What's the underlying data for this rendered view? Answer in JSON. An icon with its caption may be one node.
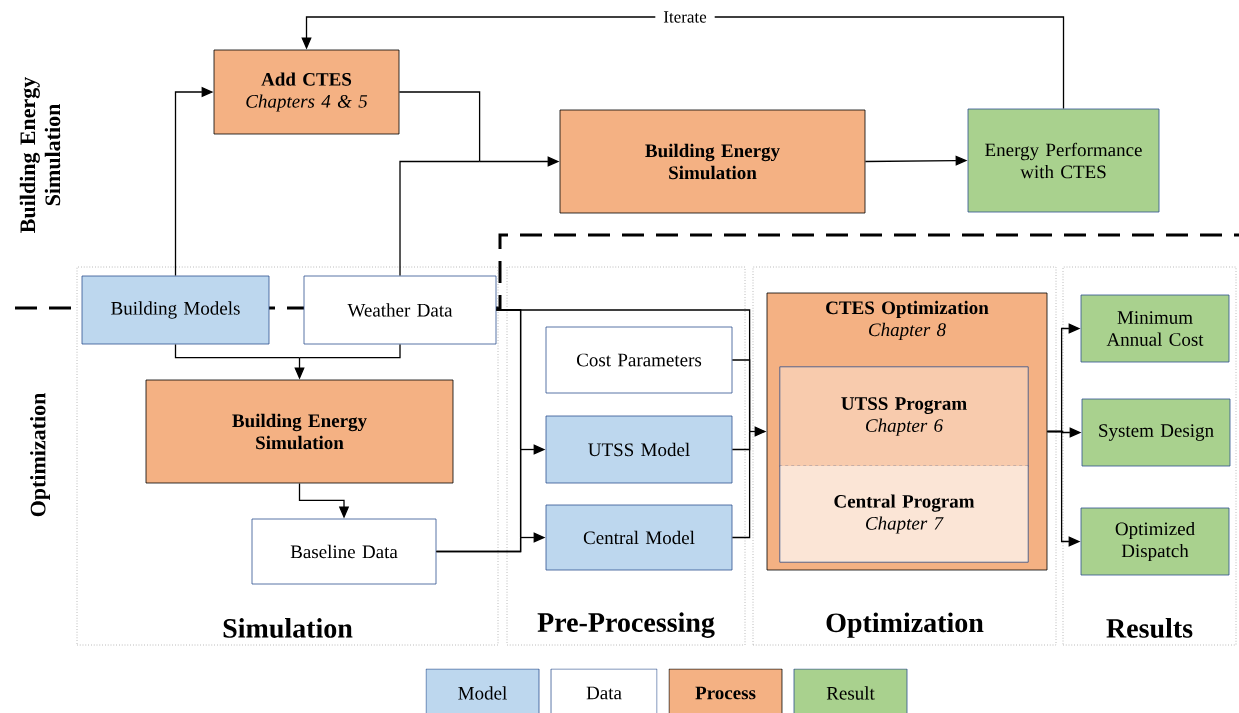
{
  "diagram": {
    "nodes": [
      {
        "text": [
          "Add CTES",
          "Chapters 4 & 5"
        ]
      },
      {
        "text": [
          "Building Energy Simulation"
        ]
      },
      {
        "text": [
          "Energy Performance with CTES"
        ]
      },
      {
        "text": [
          "Simulation"
        ]
      },
      {
        "text": [
          "Building Models"
        ],
        "in": 3
      },
      {
        "text": [
          "Weather Data"
        ],
        "in": 3
      },
      {
        "text": [
          "Building Energy Simulation"
        ],
        "in": 3
      },
      {
        "text": [
          "Baseline Data"
        ],
        "in": 3
      },
      {
        "text": [
          "Pre-Processing"
        ]
      },
      {
        "text": [
          "Cost Parameters"
        ],
        "in": 8
      },
      {
        "text": [
          "UTSS Model"
        ],
        "in": 8
      },
      {
        "text": [
          "Central Model"
        ],
        "in": 8
      },
      {
        "text": [
          "Optimization"
        ]
      },
      {
        "text": [
          "CTES Optimization",
          "Chapter 8"
        ],
        "in": 12
      },
      {
        "text": [
          "UTSS Program",
          "Chapter 6"
        ],
        "in": 13
      },
      {
        "text": [
          "Central Program",
          "Chapter 7"
        ],
        "in": 13
      },
      {
        "text": [
          "Results"
        ]
      },
      {
        "text": [
          "Minimum Annual Cost"
        ],
        "in": 16
      },
      {
        "text": [
          "System Design"
        ],
        "in": 16
      },
      {
        "text": [
          "Optimized Dispatch"
        ],
        "in": 16
      }
    ],
    "edges": [
      {
        "from": 4,
        "to": 0,
        "arrow": "to"
      },
      {
        "from": 0,
        "to": 1,
        "arrow": "to"
      },
      {
        "from": 5,
        "to": 1,
        "arrow": "to"
      },
      {
        "from": 1,
        "to": 2,
        "arrow": "to"
      },
      {
        "from": 2,
        "to": 0,
        "arrow": "to",
        "label": "Iterate"
      },
      {
        "from": 4,
        "to": 6,
        "arrow": "to"
      },
      {
        "from": 5,
        "to": 6,
        "arrow": "to"
      },
      {
        "from": 6,
        "to": 7,
        "arrow": "to"
      },
      {
        "from": 7,
        "to": 10,
        "arrow": "to"
      },
      {
        "from": 7,
        "to": 11,
        "arrow": "to"
      },
      {
        "from": 5,
        "to": 10,
        "arrow": "to"
      },
      {
        "from": 5,
        "to": 11,
        "arrow": "to"
      },
      {
        "from": 5,
        "to": 13,
        "arrow": "to"
      },
      {
        "from": 9,
        "to": 13,
        "arrow": "to"
      },
      {
        "from": 10,
        "to": 13,
        "arrow": "to"
      },
      {
        "from": 11,
        "to": 13,
        "arrow": "to"
      },
      {
        "from": 13,
        "to": 17,
        "arrow": "to"
      },
      {
        "from": 13,
        "to": 18,
        "arrow": "to"
      },
      {
        "from": 13,
        "to": 19,
        "arrow": "to"
      }
    ],
    "labels": [
      "Building Energy Simulation",
      "Optimization"
    ],
    "legend": [
      {
        "text": "Model",
        "color": "#bdd7ee"
      },
      {
        "text": "Data"
      },
      {
        "text": "Process",
        "color": "#f4b183"
      },
      {
        "text": "Result",
        "color": "#a9d18e"
      }
    ]
  }
}
